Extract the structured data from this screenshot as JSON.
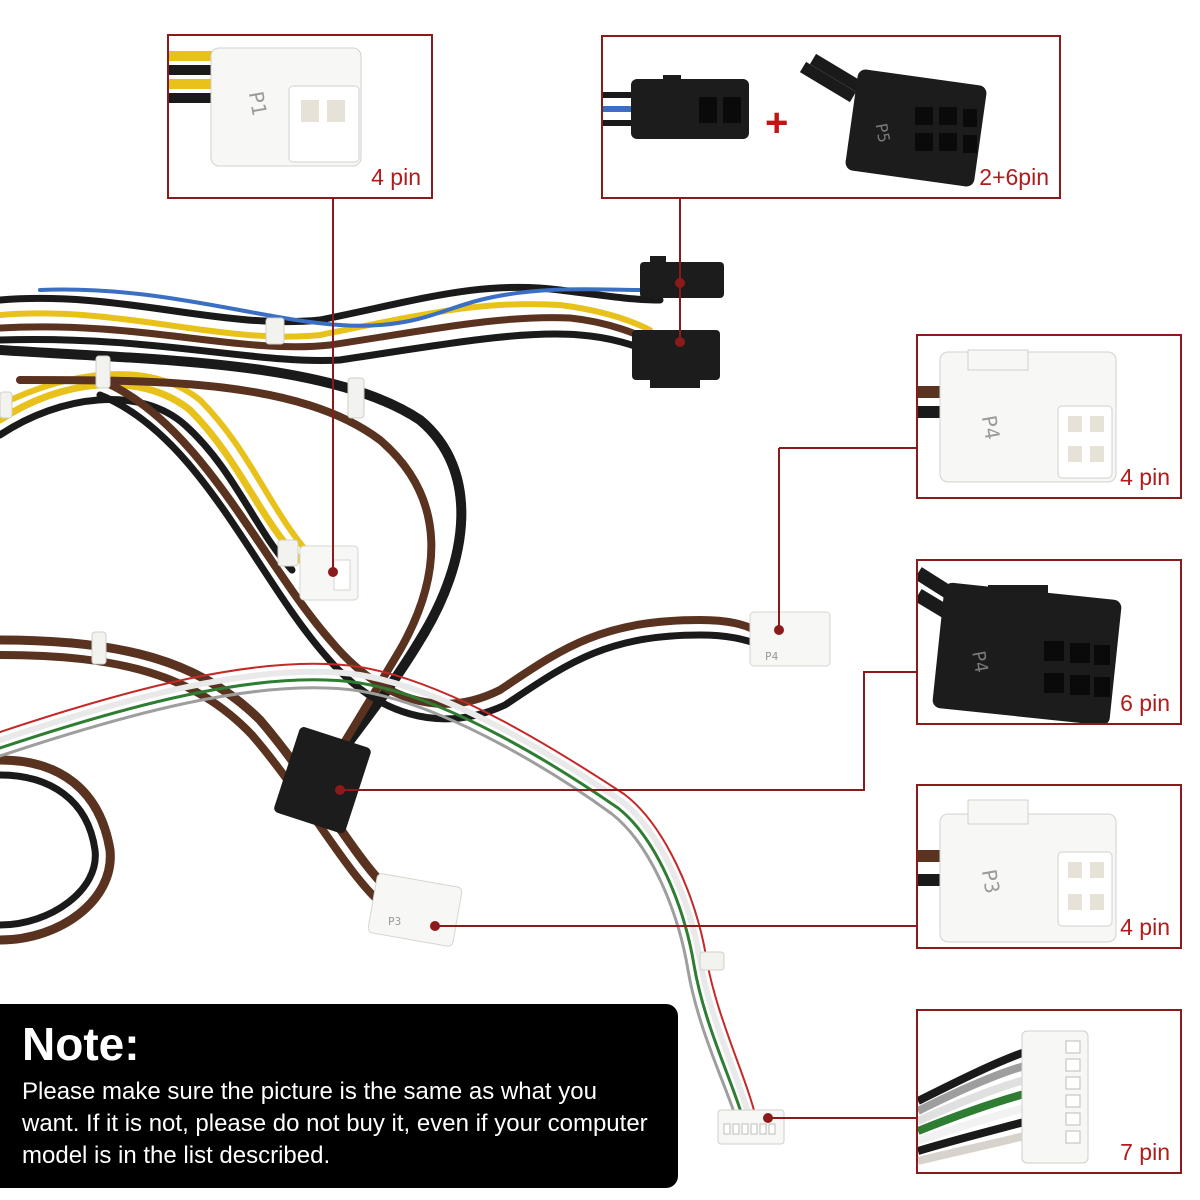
{
  "callouts": [
    {
      "id": "p1",
      "pins": "4 pin",
      "connector_mark": "P1"
    },
    {
      "id": "p5",
      "pins": "2+6pin",
      "connector_mark": "P5"
    },
    {
      "id": "p4a",
      "pins": "4 pin",
      "connector_mark": "P4"
    },
    {
      "id": "p4b",
      "pins": "6 pin",
      "connector_mark": "P4"
    },
    {
      "id": "p3",
      "pins": "4 pin",
      "connector_mark": "P3"
    },
    {
      "id": "sig",
      "pins": "7 pin"
    }
  ],
  "plus_sign": "+",
  "note": {
    "title": "Note:",
    "body": "Please make sure the picture is the same as what you want. If it is not, please do not buy it,  even if your computer model is in the list described."
  },
  "colors": {
    "accent": "#8b1a1a",
    "label_red": "#b01c1c",
    "wire_black": "#1a1a1a",
    "wire_brown": "#5a3320",
    "wire_yellow": "#e8c21a",
    "wire_blue": "#3a6fc4",
    "connector_white": "#f7f7f5",
    "connector_black": "#1c1c1c"
  }
}
